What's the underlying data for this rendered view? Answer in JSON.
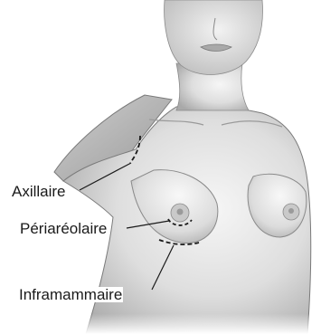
{
  "labels": {
    "axillary": "Axillaire",
    "periareolar": "Périaréolaire",
    "inframammary": "Inframammaire"
  },
  "colors": {
    "skin_highlight": "#f4f4f4",
    "skin_mid": "#d6d6d6",
    "skin_shadow": "#a8a8a8",
    "outline": "#6b6b6b",
    "incision": "#1a1a1a"
  }
}
